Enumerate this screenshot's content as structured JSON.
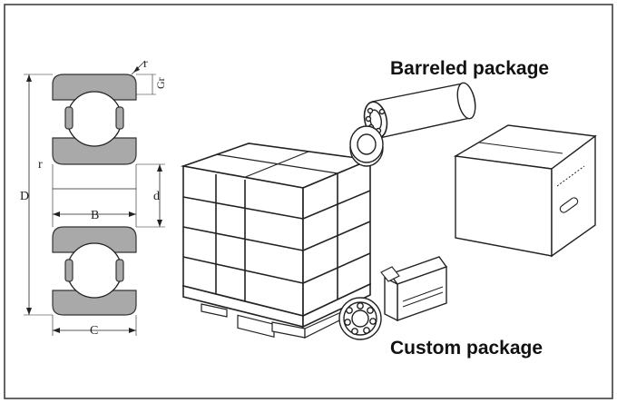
{
  "labels": {
    "barreled": "Barreled package",
    "custom": "Custom package"
  },
  "dimensions": {
    "r_top": "r",
    "gr": "Gr",
    "r_side": "r",
    "D": "D",
    "d": "d",
    "B": "B",
    "C": "C"
  },
  "colors": {
    "frame": "#333333",
    "bearing_fill": "#a9a9a9",
    "line": "#222222"
  }
}
